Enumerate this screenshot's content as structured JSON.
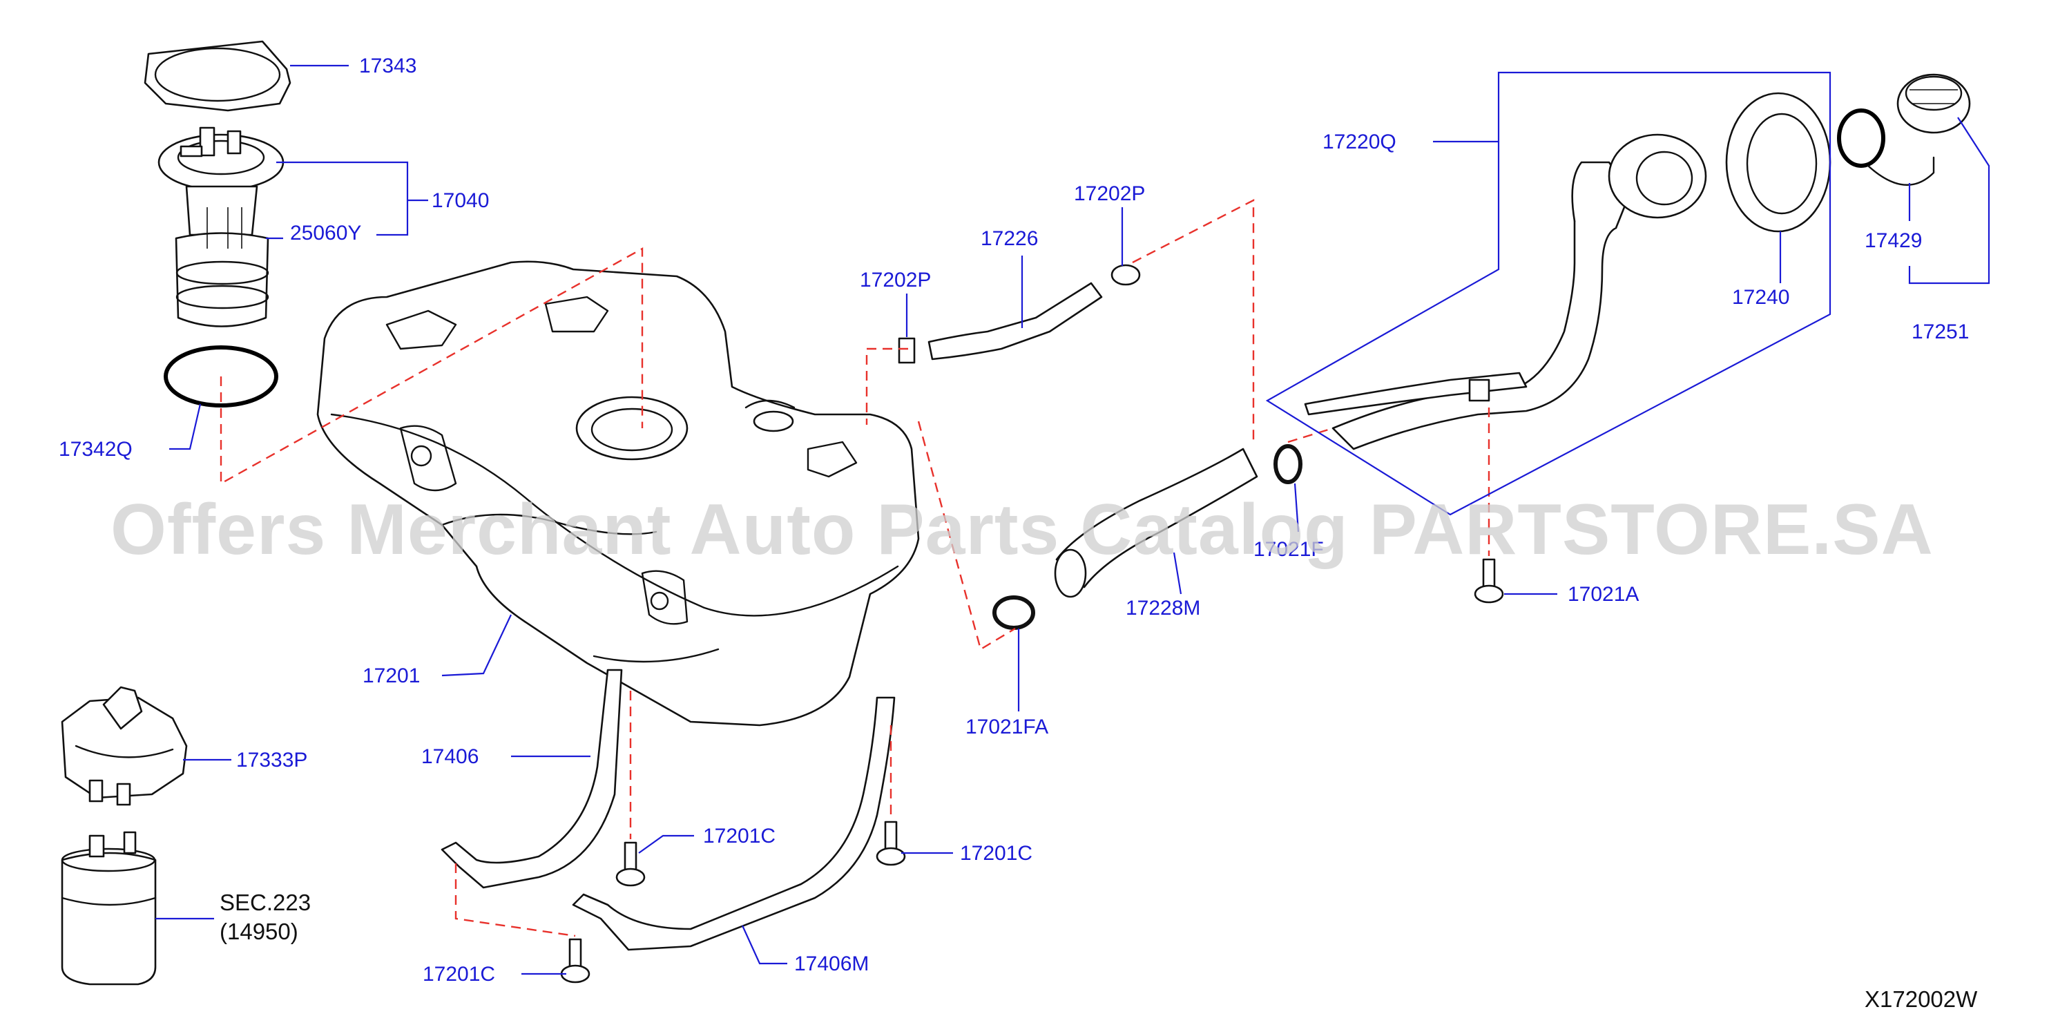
{
  "labels": {
    "p17343": "17343",
    "p17040": "17040",
    "p25060Y": "25060Y",
    "p17342Q": "17342Q",
    "p17201": "17201",
    "p17333P": "17333P",
    "p17406": "17406",
    "p17201C_a": "17201C",
    "p17201C_b": "17201C",
    "p17201C_c": "17201C",
    "p17406M": "17406M",
    "p17202P_a": "17202P",
    "p17202P_b": "17202P",
    "p17226": "17226",
    "p17228M": "17228M",
    "p17021FA": "17021FA",
    "p17021F": "17021F",
    "p17220Q": "17220Q",
    "p17240": "17240",
    "p17429": "17429",
    "p17251": "17251",
    "p17021A": "17021A"
  },
  "section_ref": {
    "line1": "SEC.223",
    "line2": "(14950)"
  },
  "diagram_id": "X172002W",
  "watermark": "Offers Merchant Auto Parts Catalog PARTSTORE.SA",
  "colors": {
    "label": "#1a1ad6",
    "dashed_guide": "#e8312b",
    "outline": "#111111",
    "watermark": "#cfcfcf"
  }
}
